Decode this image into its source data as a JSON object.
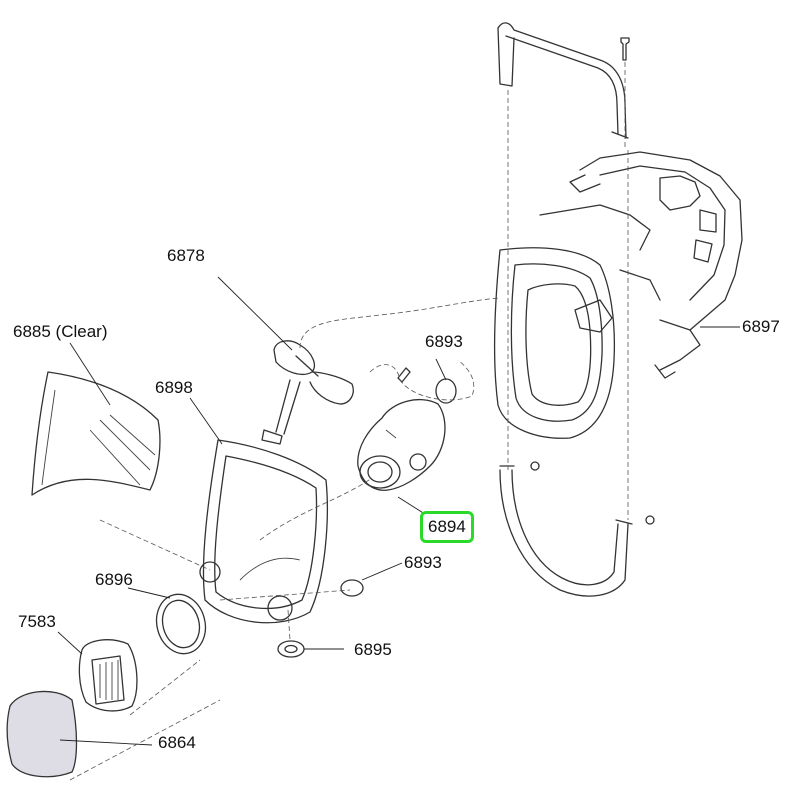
{
  "callouts": {
    "c6878": "6878",
    "c6885": "6885 (Clear)",
    "c6898": "6898",
    "c6893_top": "6893",
    "c6897": "6897",
    "c6894": "6894",
    "c6893_bottom": "6893",
    "c6896": "6896",
    "c7583": "7583",
    "c6895": "6895",
    "c6864": "6864"
  },
  "highlight_color": "#2bd92b",
  "highlighted_part": "6894"
}
